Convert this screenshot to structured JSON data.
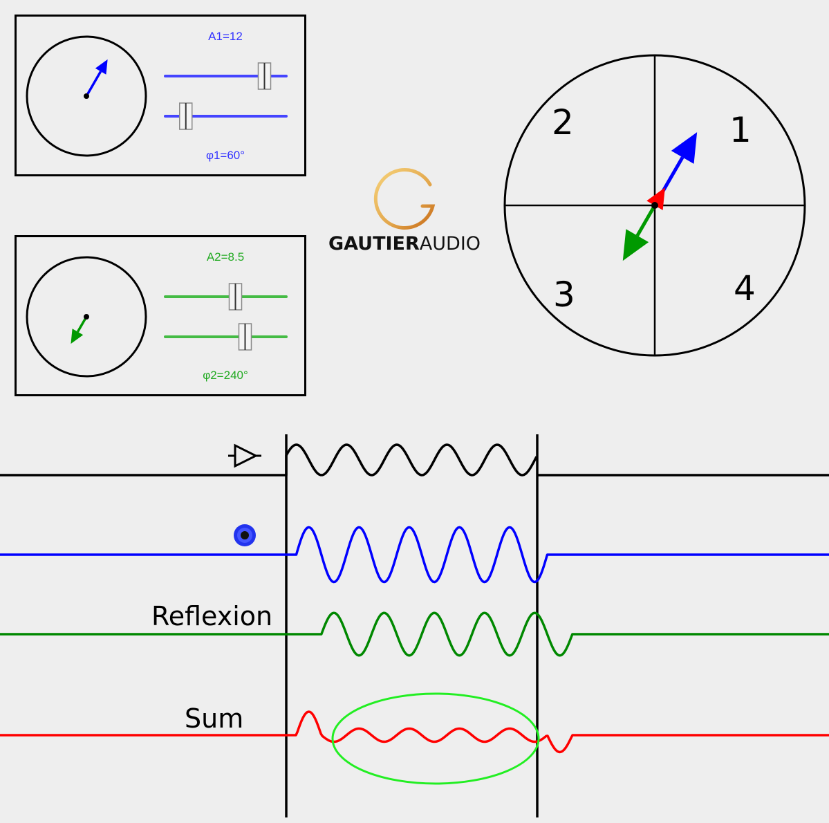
{
  "panels": [
    {
      "id": "signal-1",
      "amplitude_label": "A1=12",
      "phase_label": "φ1=60°",
      "amplitude": 12,
      "phase_deg": 60,
      "amplitude_slider_fraction": 0.82,
      "phase_slider_fraction": 0.17,
      "color": "#3333ff",
      "arrow_color": "#0000ff"
    },
    {
      "id": "signal-2",
      "amplitude_label": "A2=8.5",
      "phase_label": "φ2=240°",
      "amplitude": 8.5,
      "phase_deg": 240,
      "amplitude_slider_fraction": 0.58,
      "phase_slider_fraction": 0.66,
      "color": "#33bb33",
      "arrow_color": "#009900"
    }
  ],
  "logo": {
    "brand_bold": "GAUTIER",
    "brand_light": "AUDIO",
    "icon": "sound-wave-g-icon"
  },
  "phasor_dial": {
    "quadrants": [
      "1",
      "2",
      "3",
      "4"
    ],
    "vectors": [
      {
        "name": "signal-1",
        "color": "#0000ff",
        "magnitude": 12,
        "angle_deg": 60
      },
      {
        "name": "signal-2",
        "color": "#009900",
        "magnitude": 8.5,
        "angle_deg": 240
      },
      {
        "name": "sum",
        "color": "#ff0000",
        "magnitude": 3.5,
        "angle_deg": 60
      }
    ],
    "max_magnitude": 14
  },
  "waveforms": {
    "rows": [
      {
        "name": "source",
        "label": "",
        "icon": "speaker-icon",
        "color": "#000000",
        "amplitude": 1.0,
        "phase_start_deg": 0,
        "delay_periods": 0,
        "cycles": 5
      },
      {
        "name": "direct",
        "label": "",
        "icon": "microphone-icon",
        "color": "#0000ff",
        "amplitude": 0.9,
        "phase_start_deg": 0,
        "delay_periods": 0.2,
        "cycles": 5
      },
      {
        "name": "reflexion",
        "label": "Reflexion",
        "icon": "",
        "color": "#008800",
        "amplitude": 0.7,
        "phase_start_deg": 0,
        "delay_periods": 0.7,
        "cycles": 5
      },
      {
        "name": "sum",
        "label": "Sum",
        "icon": "",
        "color": "#ff0000",
        "amplitude": 0.9,
        "phase_start_deg": 0,
        "delay_periods": 0,
        "cycles": 5
      }
    ],
    "highlight_color": "#22ee22"
  }
}
